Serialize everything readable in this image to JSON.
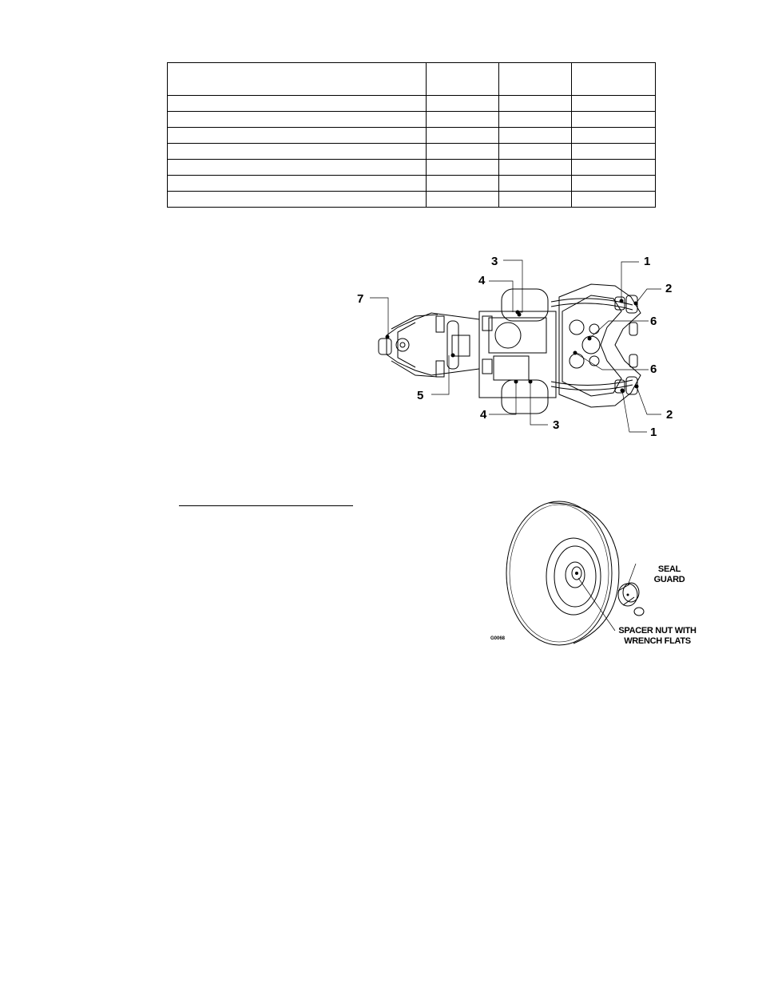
{
  "grease_diagram": {
    "callouts": [
      "1",
      "2",
      "3",
      "4",
      "5",
      "6",
      "7"
    ]
  },
  "wheel_diagram": {
    "label_seal_guard_line1": "SEAL",
    "label_seal_guard_line2": "GUARD",
    "label_spacer_line1": "SPACER NUT WITH",
    "label_spacer_line2": "WRENCH FLATS",
    "figure_code": "G0068"
  },
  "table": {
    "rows": 8,
    "columns": 4
  }
}
